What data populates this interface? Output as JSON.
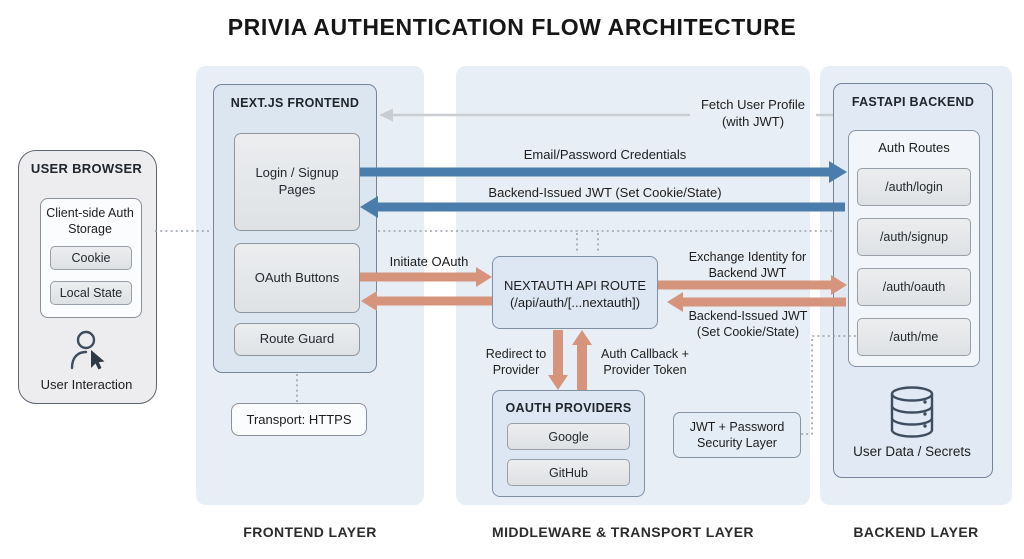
{
  "title": "PRIVIA AUTHENTICATION FLOW ARCHITECTURE",
  "layers": {
    "frontend": "FRONTEND LAYER",
    "middleware": "MIDDLEWARE & TRANSPORT LAYER",
    "backend": "BACKEND LAYER"
  },
  "browser": {
    "title": "USER BROWSER",
    "storage_title": "Client-side Auth Storage",
    "cookie": "Cookie",
    "local_state": "Local State",
    "interaction": "User Interaction"
  },
  "frontend": {
    "box_title": "NEXT.JS FRONTEND",
    "login_pages": "Login / Signup Pages",
    "oauth_buttons": "OAuth Buttons",
    "route_guard": "Route Guard",
    "transport": "Transport: HTTPS"
  },
  "middleware": {
    "nextauth_title": "NEXTAUTH API ROUTE",
    "nextauth_subtitle": "(/api/auth/[...nextauth])",
    "providers_title": "OAUTH PROVIDERS",
    "provider_google": "Google",
    "provider_github": "GitHub",
    "jwt_layer": "JWT + Password Security Layer"
  },
  "backend": {
    "box_title": "FASTAPI BACKEND",
    "routes_title": "Auth Routes",
    "routes": [
      "/auth/login",
      "/auth/signup",
      "/auth/oauth",
      "/auth/me"
    ],
    "user_data": "User Data / Secrets"
  },
  "flows": {
    "fetch_profile": "Fetch User Profile (with JWT)",
    "email_credentials": "Email/Password Credentials",
    "backend_jwt_blue": "Backend-Issued JWT (Set Cookie/State)",
    "initiate_oauth": "Initiate OAuth",
    "exchange_identity": "Exchange Identity for Backend JWT",
    "backend_jwt_orange": "Backend-Issued JWT (Set Cookie/State)",
    "redirect_provider": "Redirect to Provider",
    "auth_callback": "Auth Callback + Provider Token"
  },
  "colors": {
    "blue_arrow": "#4a7cac",
    "orange_arrow": "#d5947b",
    "gray_arrow": "#c9cdd2",
    "panel_bg": "#e8eef5"
  }
}
